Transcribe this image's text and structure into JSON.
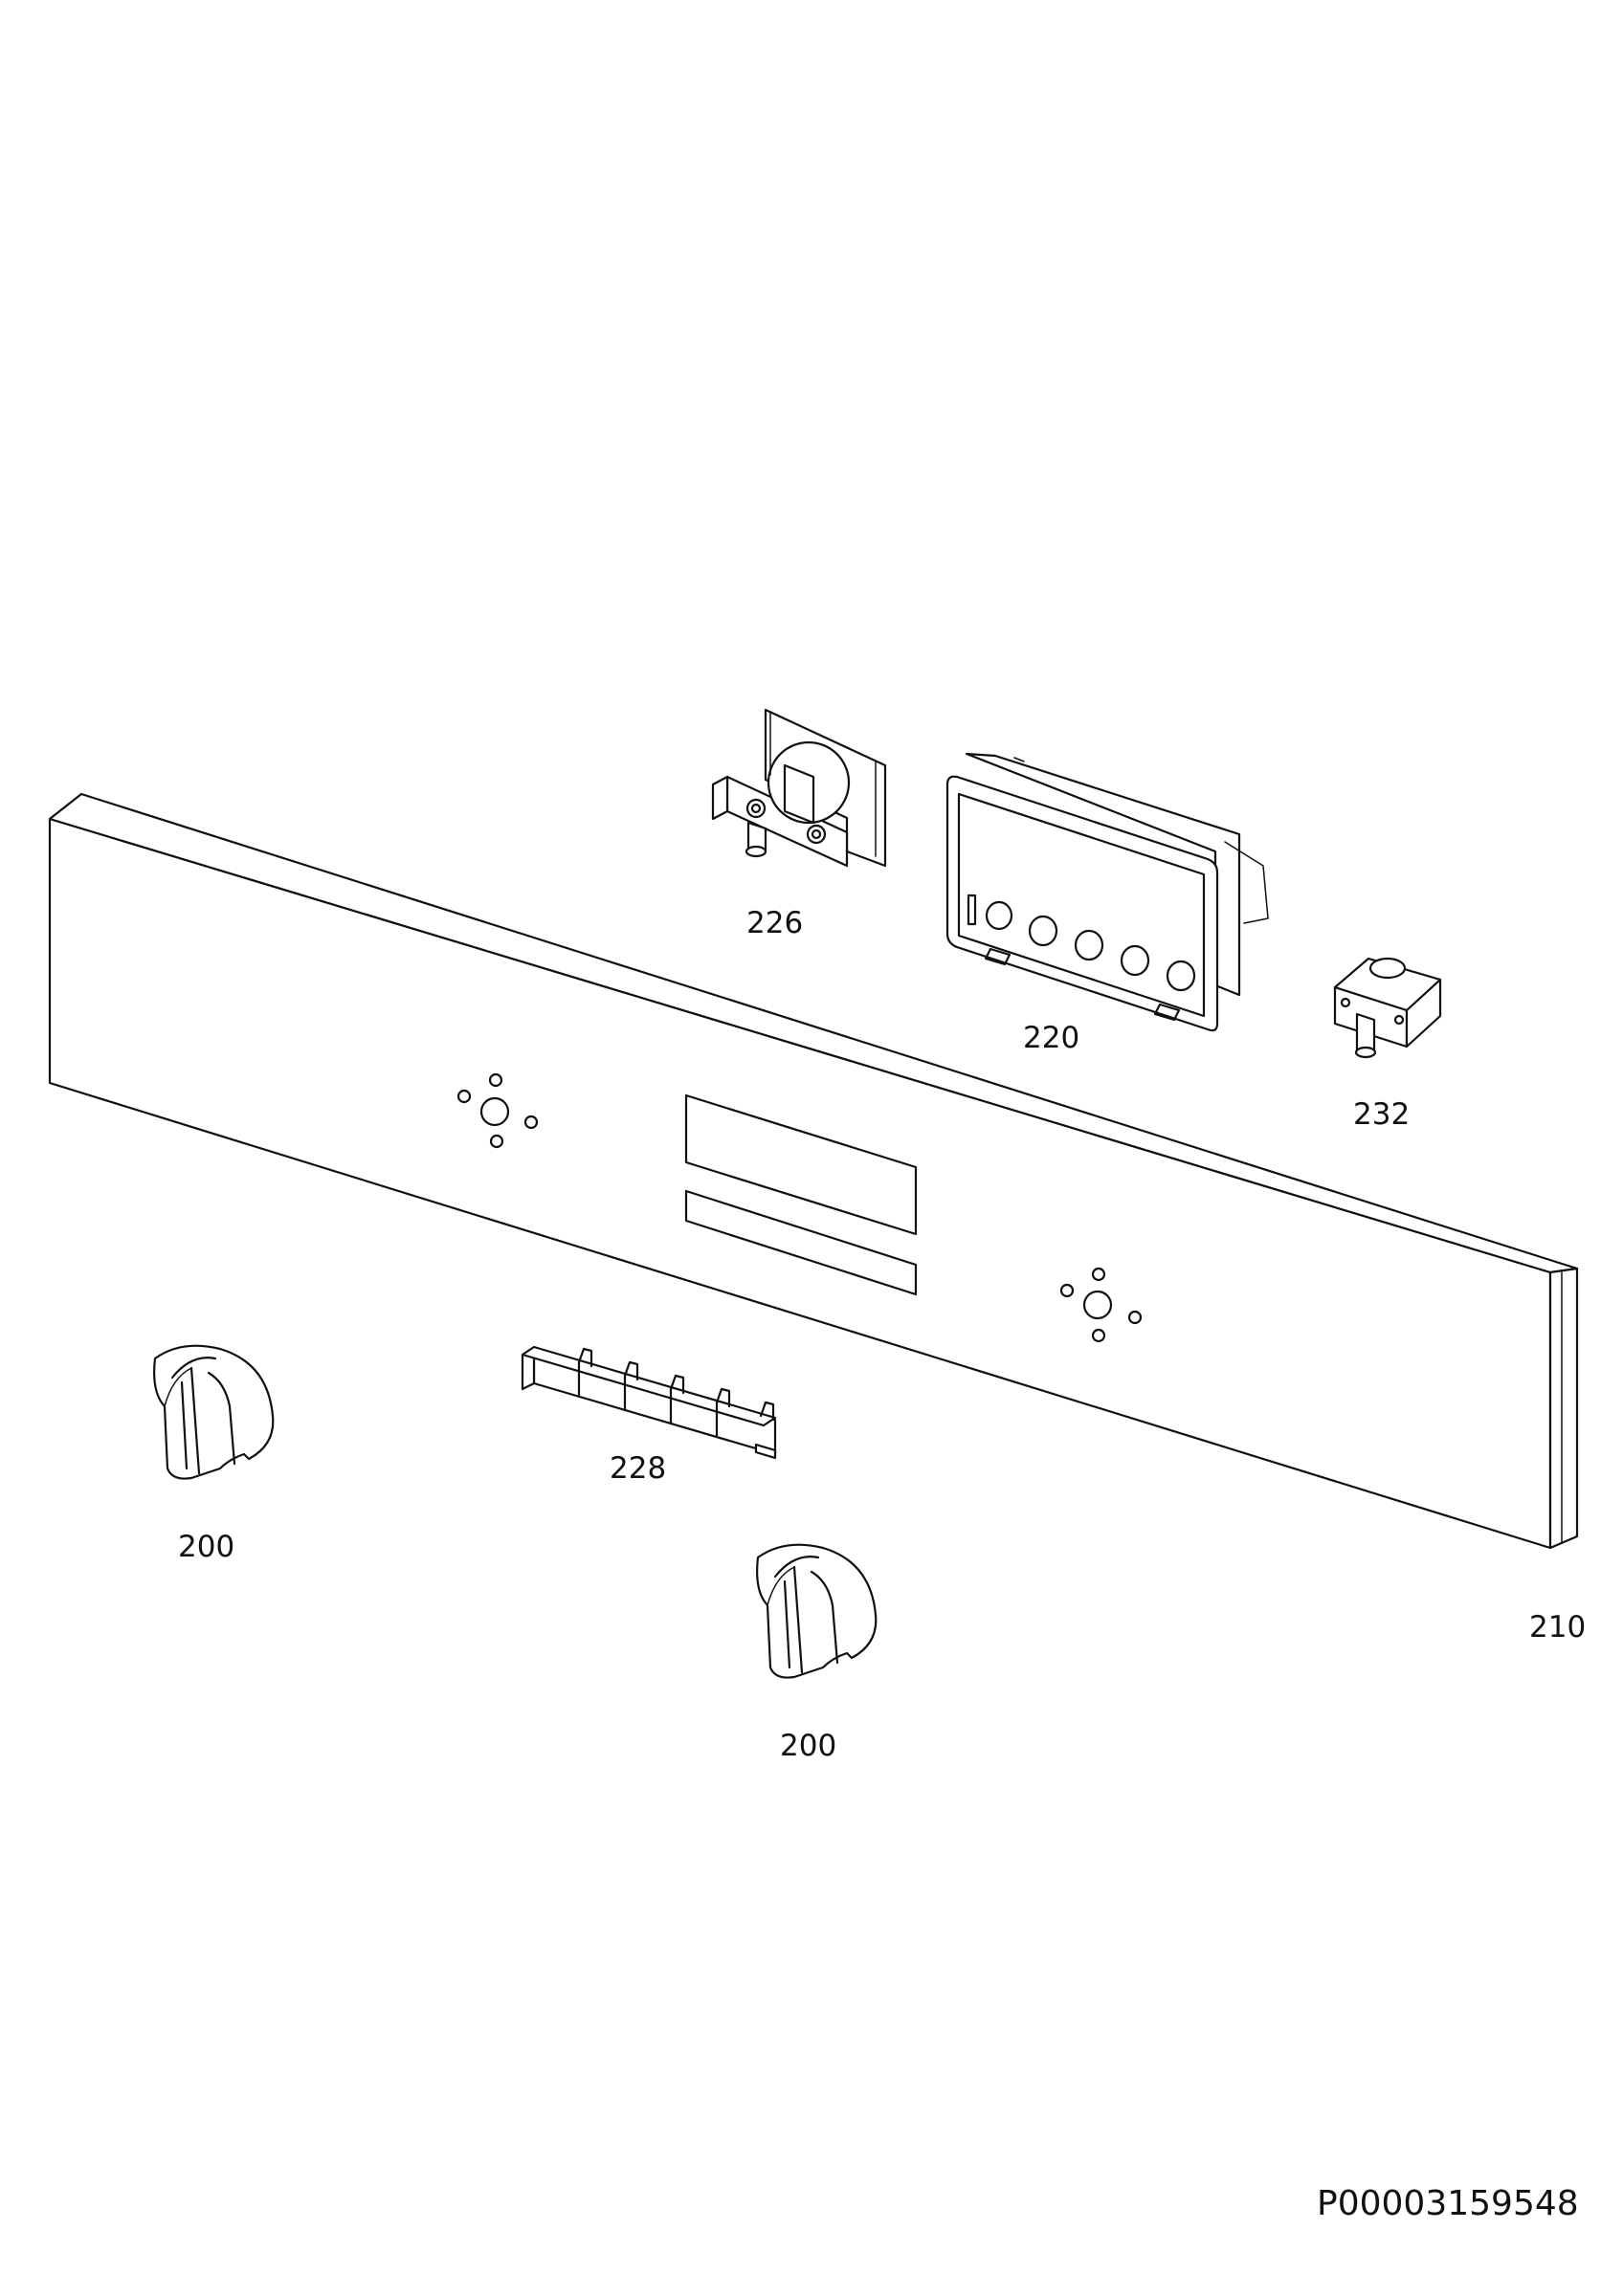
{
  "parts": [
    {
      "id": "knob-left",
      "label": "200"
    },
    {
      "id": "knob-center",
      "label": "200"
    },
    {
      "id": "control-panel",
      "label": "210"
    },
    {
      "id": "display-module",
      "label": "220"
    },
    {
      "id": "selector-switch",
      "label": "226"
    },
    {
      "id": "push-button-strip",
      "label": "228"
    },
    {
      "id": "rotary-switch",
      "label": "232"
    }
  ],
  "document_id": "P00003159548"
}
